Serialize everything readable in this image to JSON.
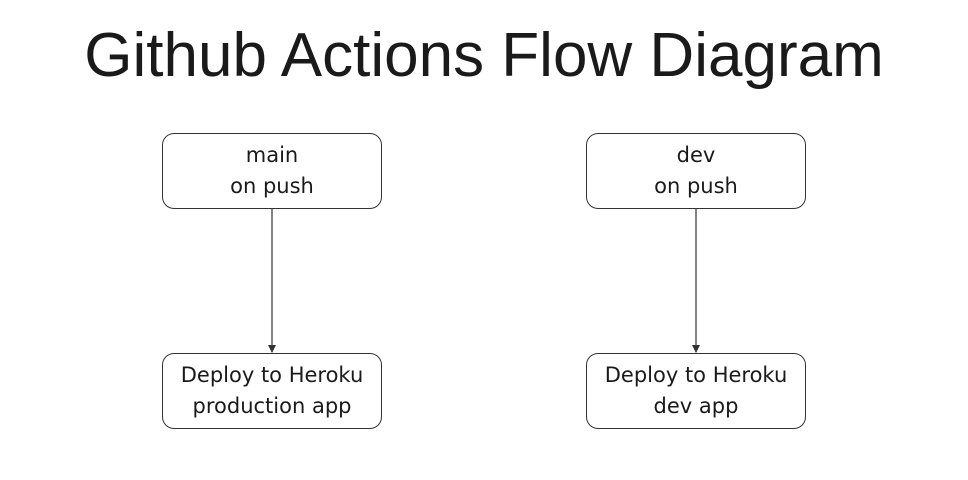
{
  "diagram": {
    "title": "Github Actions Flow Diagram",
    "nodes": {
      "main_trigger": {
        "line1": "main",
        "line2": "on push"
      },
      "dev_trigger": {
        "line1": "dev",
        "line2": "on push"
      },
      "deploy_production": {
        "line1": "Deploy to Heroku",
        "line2": "production app"
      },
      "deploy_dev": {
        "line1": "Deploy to Heroku",
        "line2": "dev app"
      }
    },
    "edges": [
      {
        "from": "main_trigger",
        "to": "deploy_production"
      },
      {
        "from": "dev_trigger",
        "to": "deploy_dev"
      }
    ],
    "colors": {
      "stroke": "#333333",
      "text": "#1a1a1a",
      "background": "#ffffff"
    }
  }
}
